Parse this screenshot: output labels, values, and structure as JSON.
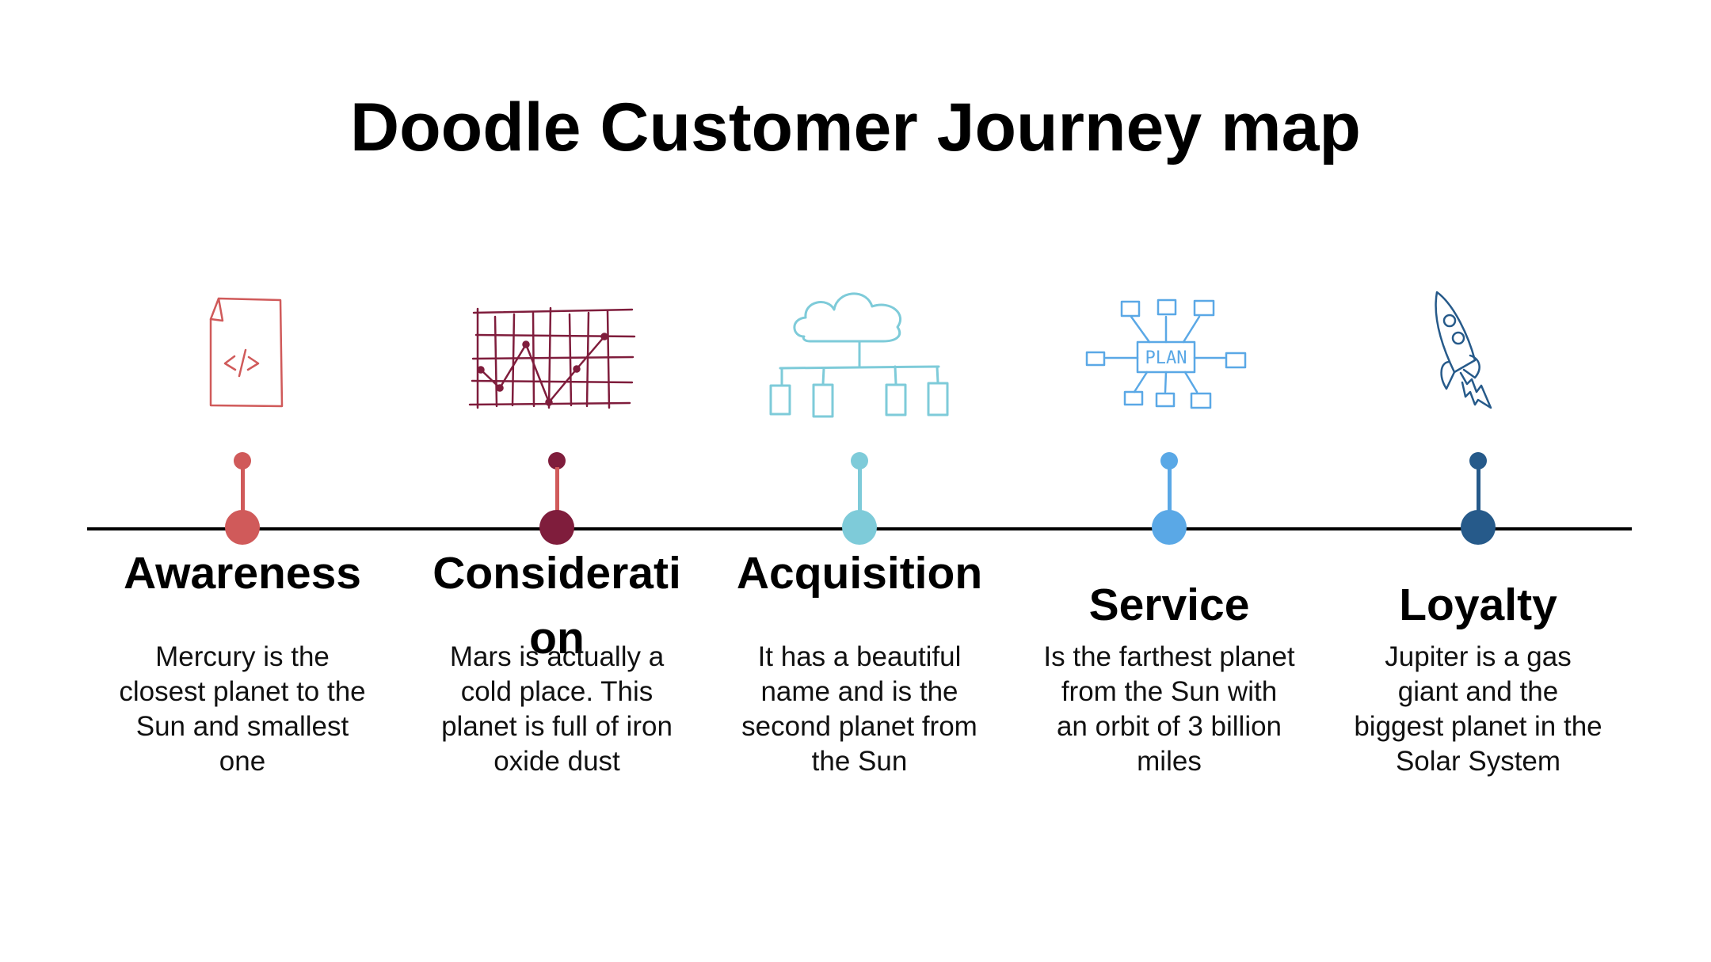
{
  "title": "Doodle Customer Journey map",
  "colors": {
    "awareness": "#d05a5a",
    "consideration": "#7f1d3c",
    "acquisition": "#7ecbd9",
    "service": "#5aa8e6",
    "loyalty": "#265a8a"
  },
  "stages": [
    {
      "title": "Awareness",
      "description": "Mercury is the closest planet to the Sun and smallest one",
      "icon": "code-document-icon"
    },
    {
      "title": "Consideration",
      "description": "Mars is actually a cold place. This planet is full of iron oxide dust",
      "icon": "line-chart-grid-icon"
    },
    {
      "title": "Acquisition",
      "description": "It has a beautiful name and is the second planet from the Sun",
      "icon": "cloud-network-icon"
    },
    {
      "title": "Service",
      "description": "Is the farthest planet from the Sun with an orbit of 3 billion miles",
      "icon": "plan-mindmap-icon",
      "plan_label": "PLAN"
    },
    {
      "title": "Loyalty",
      "description": "Jupiter is  a gas giant and the biggest planet in the Solar System",
      "icon": "rocket-icon"
    }
  ]
}
